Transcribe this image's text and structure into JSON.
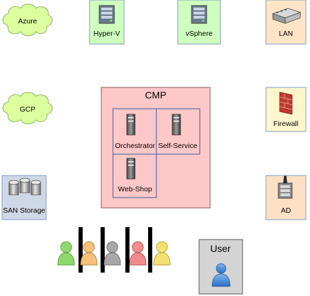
{
  "clouds": {
    "azure": "Azure",
    "gcp": "GCP"
  },
  "hypervisors": {
    "hyperv": "Hyper-V",
    "vsphere": "vSphere"
  },
  "network": {
    "lan": "LAN",
    "firewall": "Firewall",
    "ad": "AD"
  },
  "storage": {
    "san": "SAN Storage"
  },
  "cmp": {
    "title": "CMP",
    "orchestrator": "Orchestrator",
    "self_service": "Self-Service",
    "web_shop": "Web-Shop"
  },
  "user": {
    "label": "User"
  },
  "colors": {
    "cloud_fill": "#ddffa0",
    "hypervisor_fill": "#cfffbf",
    "lan_fill": "#ffe5c5",
    "firewall_fill": "#fff6cc",
    "storage_fill": "#cfd8e6",
    "ad_fill": "#fce0c3",
    "cmp_fill": "#ffc8c8",
    "user_fill": "#d4d4d4",
    "box_border": "#7f9ec4",
    "cmp_border": "#8a5a5a",
    "queue_colors": [
      "#8fd86b",
      "#f5c07a",
      "#a8a8a8",
      "#f08c8c",
      "#f4e070"
    ]
  }
}
